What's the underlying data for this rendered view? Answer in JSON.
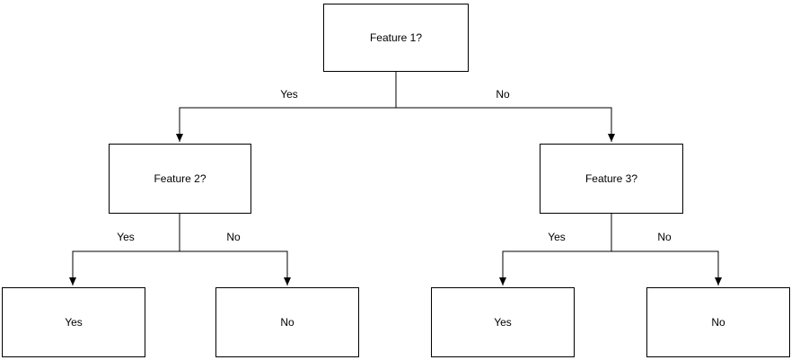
{
  "diagram": {
    "type": "decision-tree",
    "background_color": "#ffffff",
    "stroke_color": "#000000",
    "node_fill_color": "#ffffff",
    "text_color": "#000000",
    "nodes": [
      {
        "id": "root",
        "label": "Feature 1?",
        "kind": "decision"
      },
      {
        "id": "left-child",
        "label": "Feature 2?",
        "kind": "decision"
      },
      {
        "id": "right-child",
        "label": "Feature 3?",
        "kind": "decision"
      },
      {
        "id": "leaf-1",
        "label": "Yes",
        "kind": "leaf"
      },
      {
        "id": "leaf-2",
        "label": "No",
        "kind": "leaf"
      },
      {
        "id": "leaf-3",
        "label": "Yes",
        "kind": "leaf"
      },
      {
        "id": "leaf-4",
        "label": "No",
        "kind": "leaf"
      }
    ],
    "edges": [
      {
        "from": "root",
        "to": "left-child",
        "label": "Yes"
      },
      {
        "from": "root",
        "to": "right-child",
        "label": "No"
      },
      {
        "from": "left-child",
        "to": "leaf-1",
        "label": "Yes"
      },
      {
        "from": "left-child",
        "to": "leaf-2",
        "label": "No"
      },
      {
        "from": "right-child",
        "to": "leaf-3",
        "label": "Yes"
      },
      {
        "from": "right-child",
        "to": "leaf-4",
        "label": "No"
      }
    ]
  }
}
